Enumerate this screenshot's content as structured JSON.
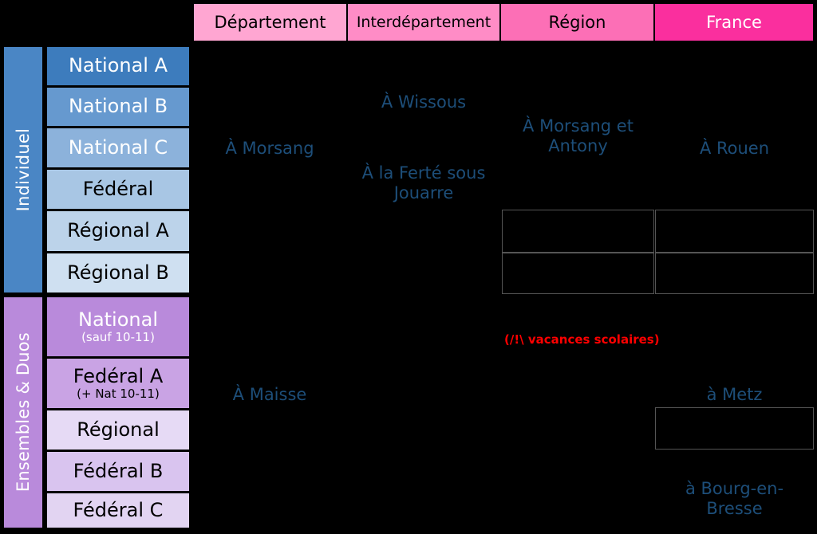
{
  "header": {
    "columns": [
      {
        "label": "Département",
        "color": "#ffa6d2"
      },
      {
        "label": "Interdépartement",
        "color": "#ff8cc6"
      },
      {
        "label": "Région",
        "color": "#fc6fb6"
      },
      {
        "label": "France",
        "color": "#fa2f9e"
      }
    ]
  },
  "groups": [
    {
      "label": "Individuel",
      "color": "#4a86c5"
    },
    {
      "label": "Ensembles & Duos",
      "color": "#b98adb"
    }
  ],
  "rows": [
    {
      "main": "National A",
      "sub": "",
      "color": "#3d7cbd",
      "text": "light"
    },
    {
      "main": "National B",
      "sub": "",
      "color": "#6699cf",
      "text": "light"
    },
    {
      "main": "National C",
      "sub": "",
      "color": "#8cb2db",
      "text": "light"
    },
    {
      "main": "Fédéral",
      "sub": "",
      "color": "#a8c6e4",
      "text": "dark"
    },
    {
      "main": "Régional A",
      "sub": "",
      "color": "#bcd3ea",
      "text": "dark"
    },
    {
      "main": "Régional B",
      "sub": "",
      "color": "#cfe0f1",
      "text": "dark"
    },
    {
      "main": "National",
      "sub": "(sauf 10-11)",
      "color": "#b98adb",
      "text": "light"
    },
    {
      "main": "Fedéral A",
      "sub": "(+ Nat 10-11)",
      "color": "#c9a3e4",
      "text": "dark"
    },
    {
      "main": "Régional",
      "sub": "",
      "color": "#e6daf5",
      "text": "dark"
    },
    {
      "main": "Fédéral B",
      "sub": "",
      "color": "#d9c4ef",
      "text": "dark"
    },
    {
      "main": "Fédéral C",
      "sub": "",
      "color": "#e2d4f2",
      "text": "dark"
    }
  ],
  "locations": [
    {
      "name": "loc-departement-individuel",
      "text": "À Morsang"
    },
    {
      "name": "loc-interdep-wissous",
      "text": "À Wissous"
    },
    {
      "name": "loc-interdep-la-ferte",
      "text": "À la Ferté sous\nJouarre"
    },
    {
      "name": "loc-region-morsang-antony",
      "text": "À Morsang et\nAntony"
    },
    {
      "name": "loc-france-rouen",
      "text": "À Rouen"
    },
    {
      "name": "loc-departement-maisse",
      "text": "À Maisse"
    },
    {
      "name": "loc-france-metz",
      "text": "à Metz"
    },
    {
      "name": "loc-france-bourg-en-bresse",
      "text": "à Bourg-en-\nBresse"
    }
  ],
  "notes": [
    {
      "name": "note-vacances-scolaires",
      "text": "(/!\\ vacances scolaires)",
      "color": "#ff0000"
    }
  ],
  "colors": {
    "text_blue": "#1d4e79",
    "warning_red": "#ff0000",
    "cell_border": "#555555",
    "outline": "#000000"
  }
}
